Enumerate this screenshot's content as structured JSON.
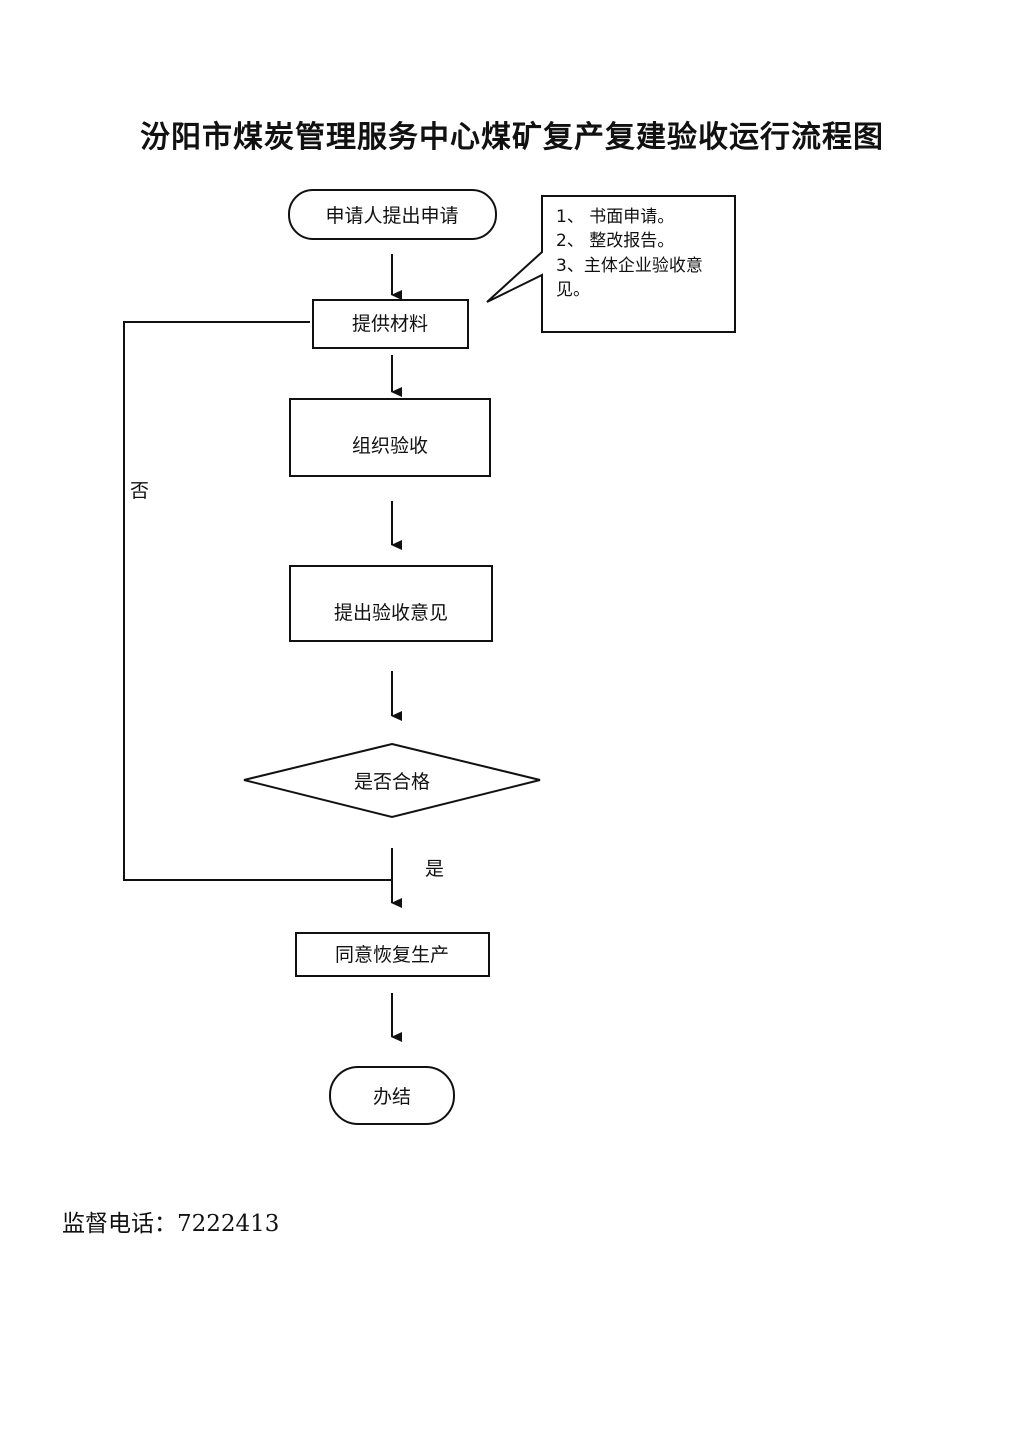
{
  "title": "汾阳市煤炭管理服务中心煤矿复产复建验收运行流程图",
  "nodes": {
    "start": "申请人提出申请",
    "materials": "提供材料",
    "organize": "组织验收",
    "opinion": "提出验收意见",
    "decision": "是否合格",
    "approve": "同意恢复生产",
    "end": "办结"
  },
  "note": {
    "line1": "1、 书面申请。",
    "line2": "2、 整改报告。",
    "line3": "3、主体企业验收意",
    "line4": "见。"
  },
  "branch_labels": {
    "no": "否",
    "yes": "是"
  },
  "footer": {
    "label": "监督电话：",
    "phone": "7222413"
  }
}
